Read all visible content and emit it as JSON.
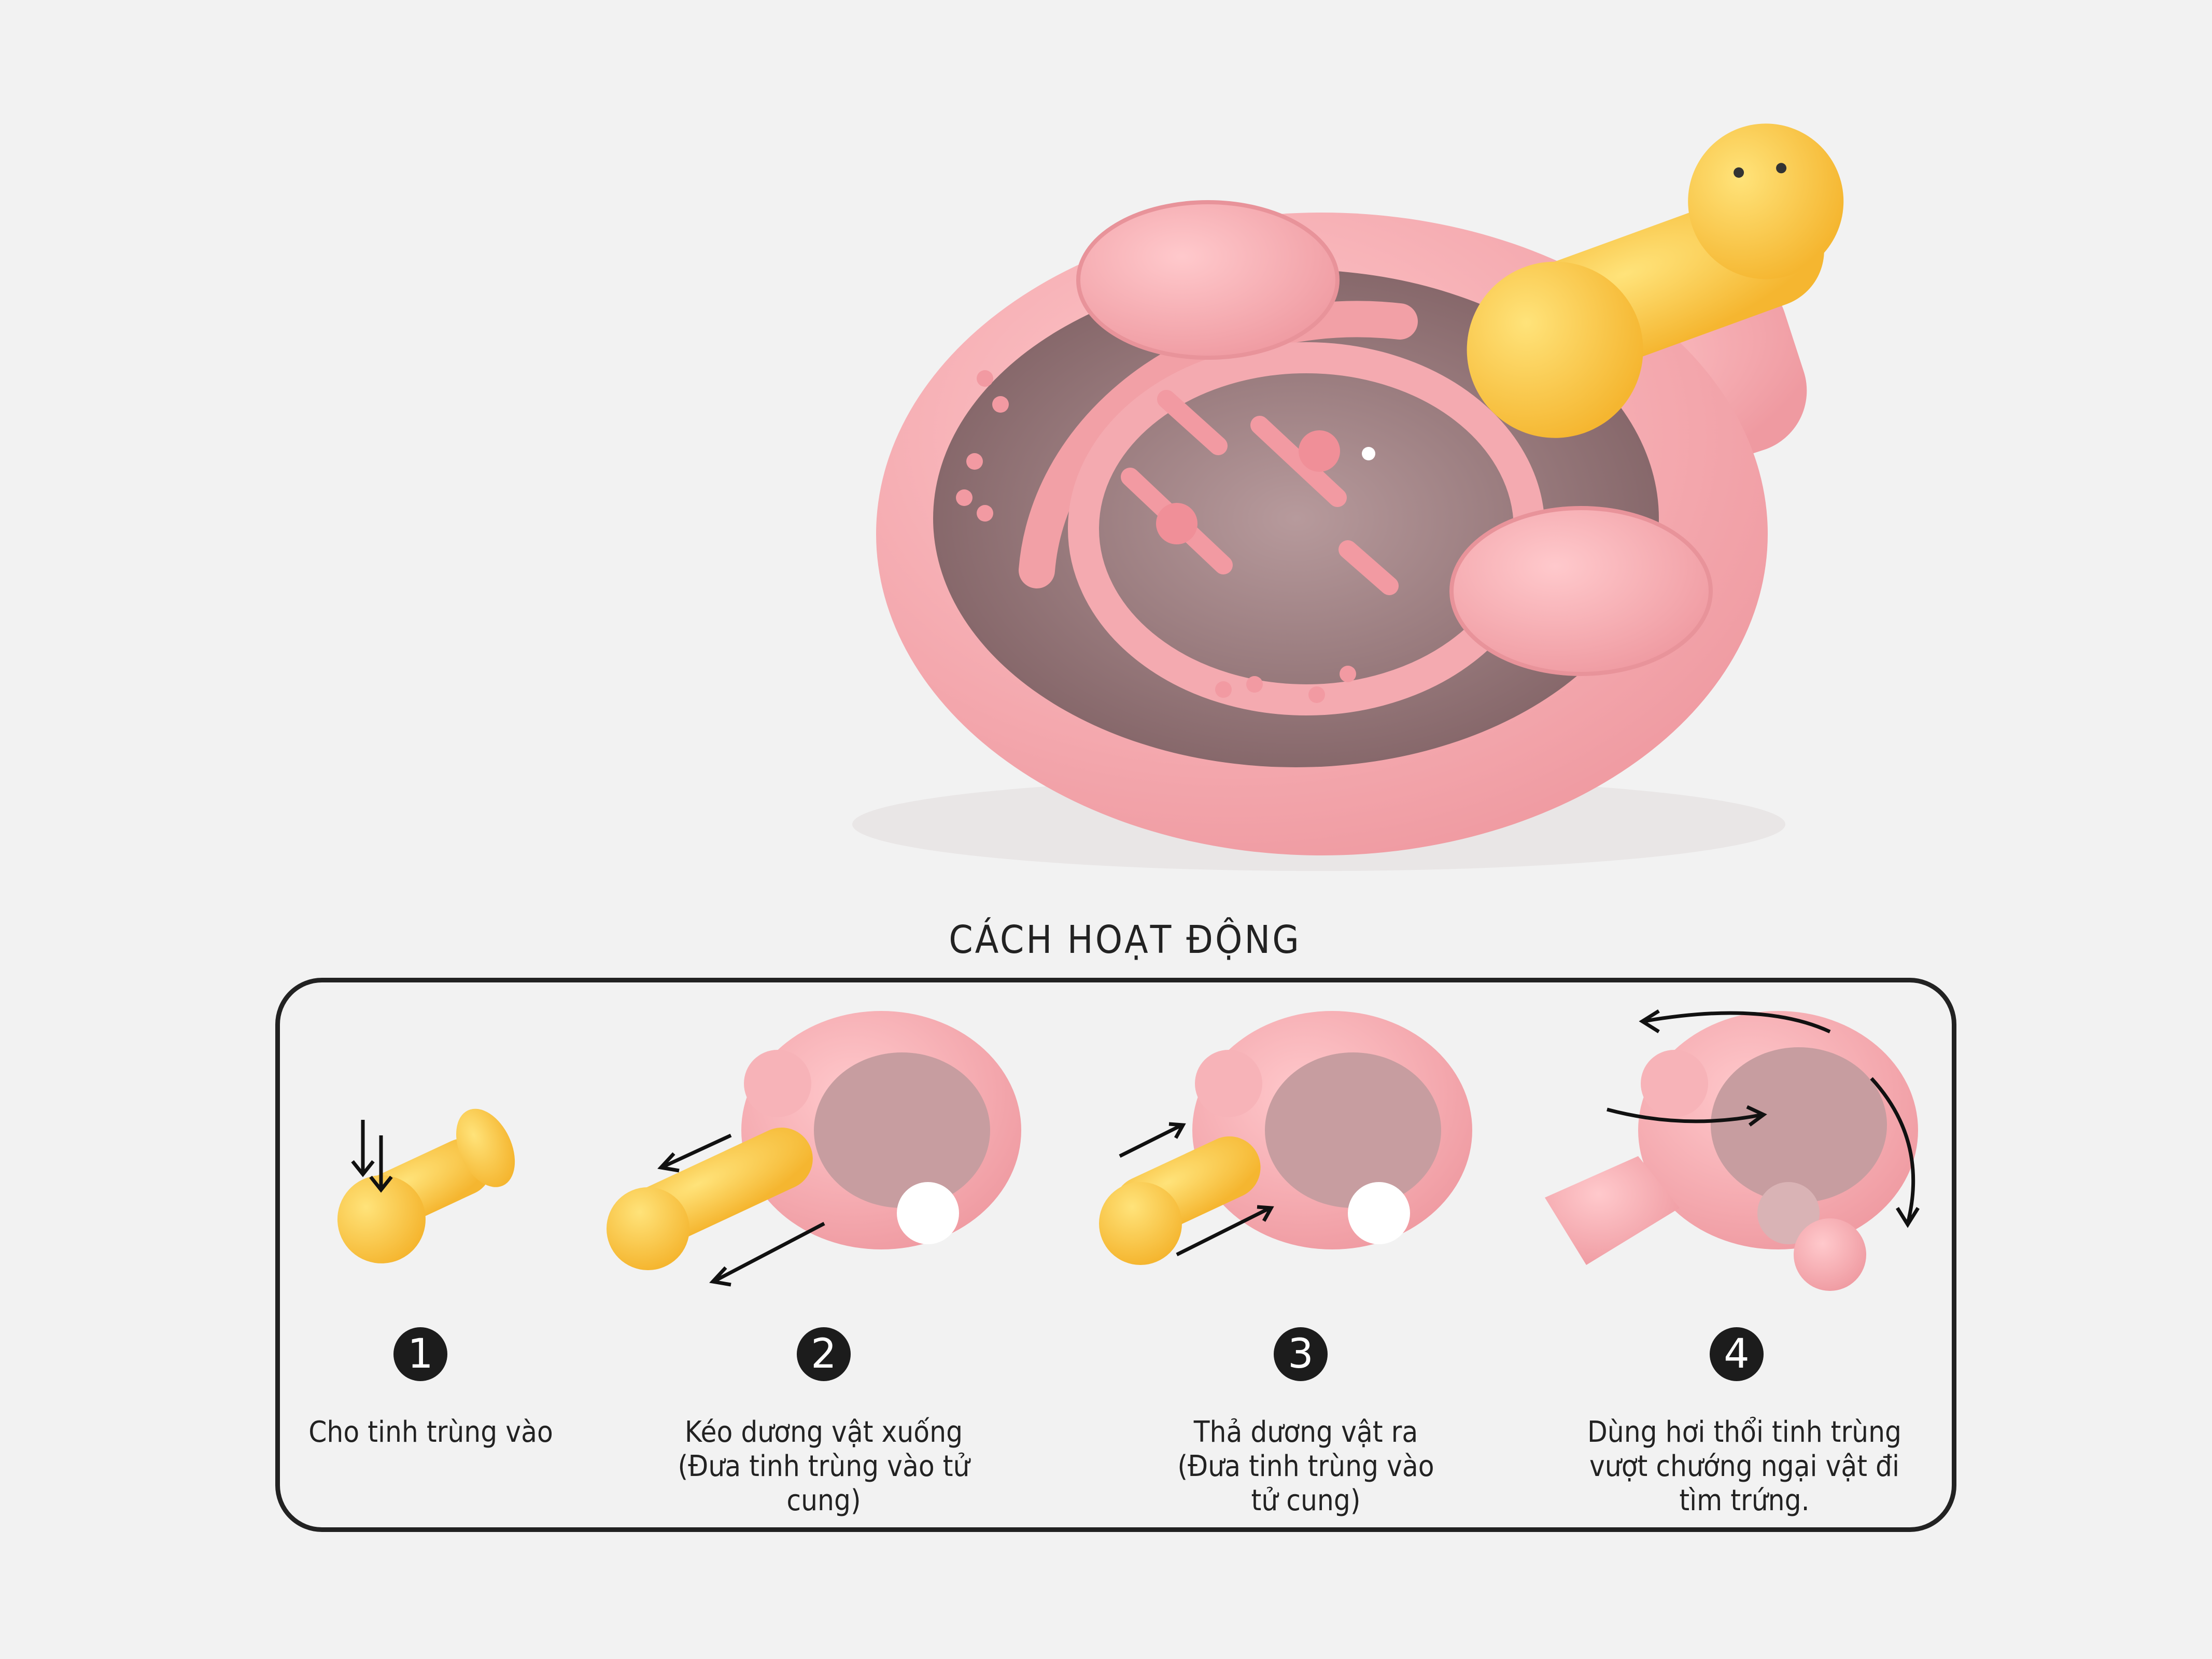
{
  "section_title": "CÁCH HOẠT ĐỘNG",
  "steps": [
    {
      "number": "1",
      "caption": "Cho tinh trùng vào"
    },
    {
      "number": "2",
      "caption": "Kéo dương vật xuống (Đưa tinh trùng vào tử cung)"
    },
    {
      "number": "3",
      "caption": "Thả dương vật ra (Đưa tinh trùng vào tử cung)"
    },
    {
      "number": "4",
      "caption": "Dùng hơi thổi tinh trùng vượt chướng ngại vật đi tìm trứng."
    }
  ],
  "colors": {
    "pink": "#f4a7ab",
    "pink_dark": "#e58d94",
    "yellow": "#fbc94a",
    "maze_floor": "#8a6a6c",
    "frame": "#222222"
  }
}
